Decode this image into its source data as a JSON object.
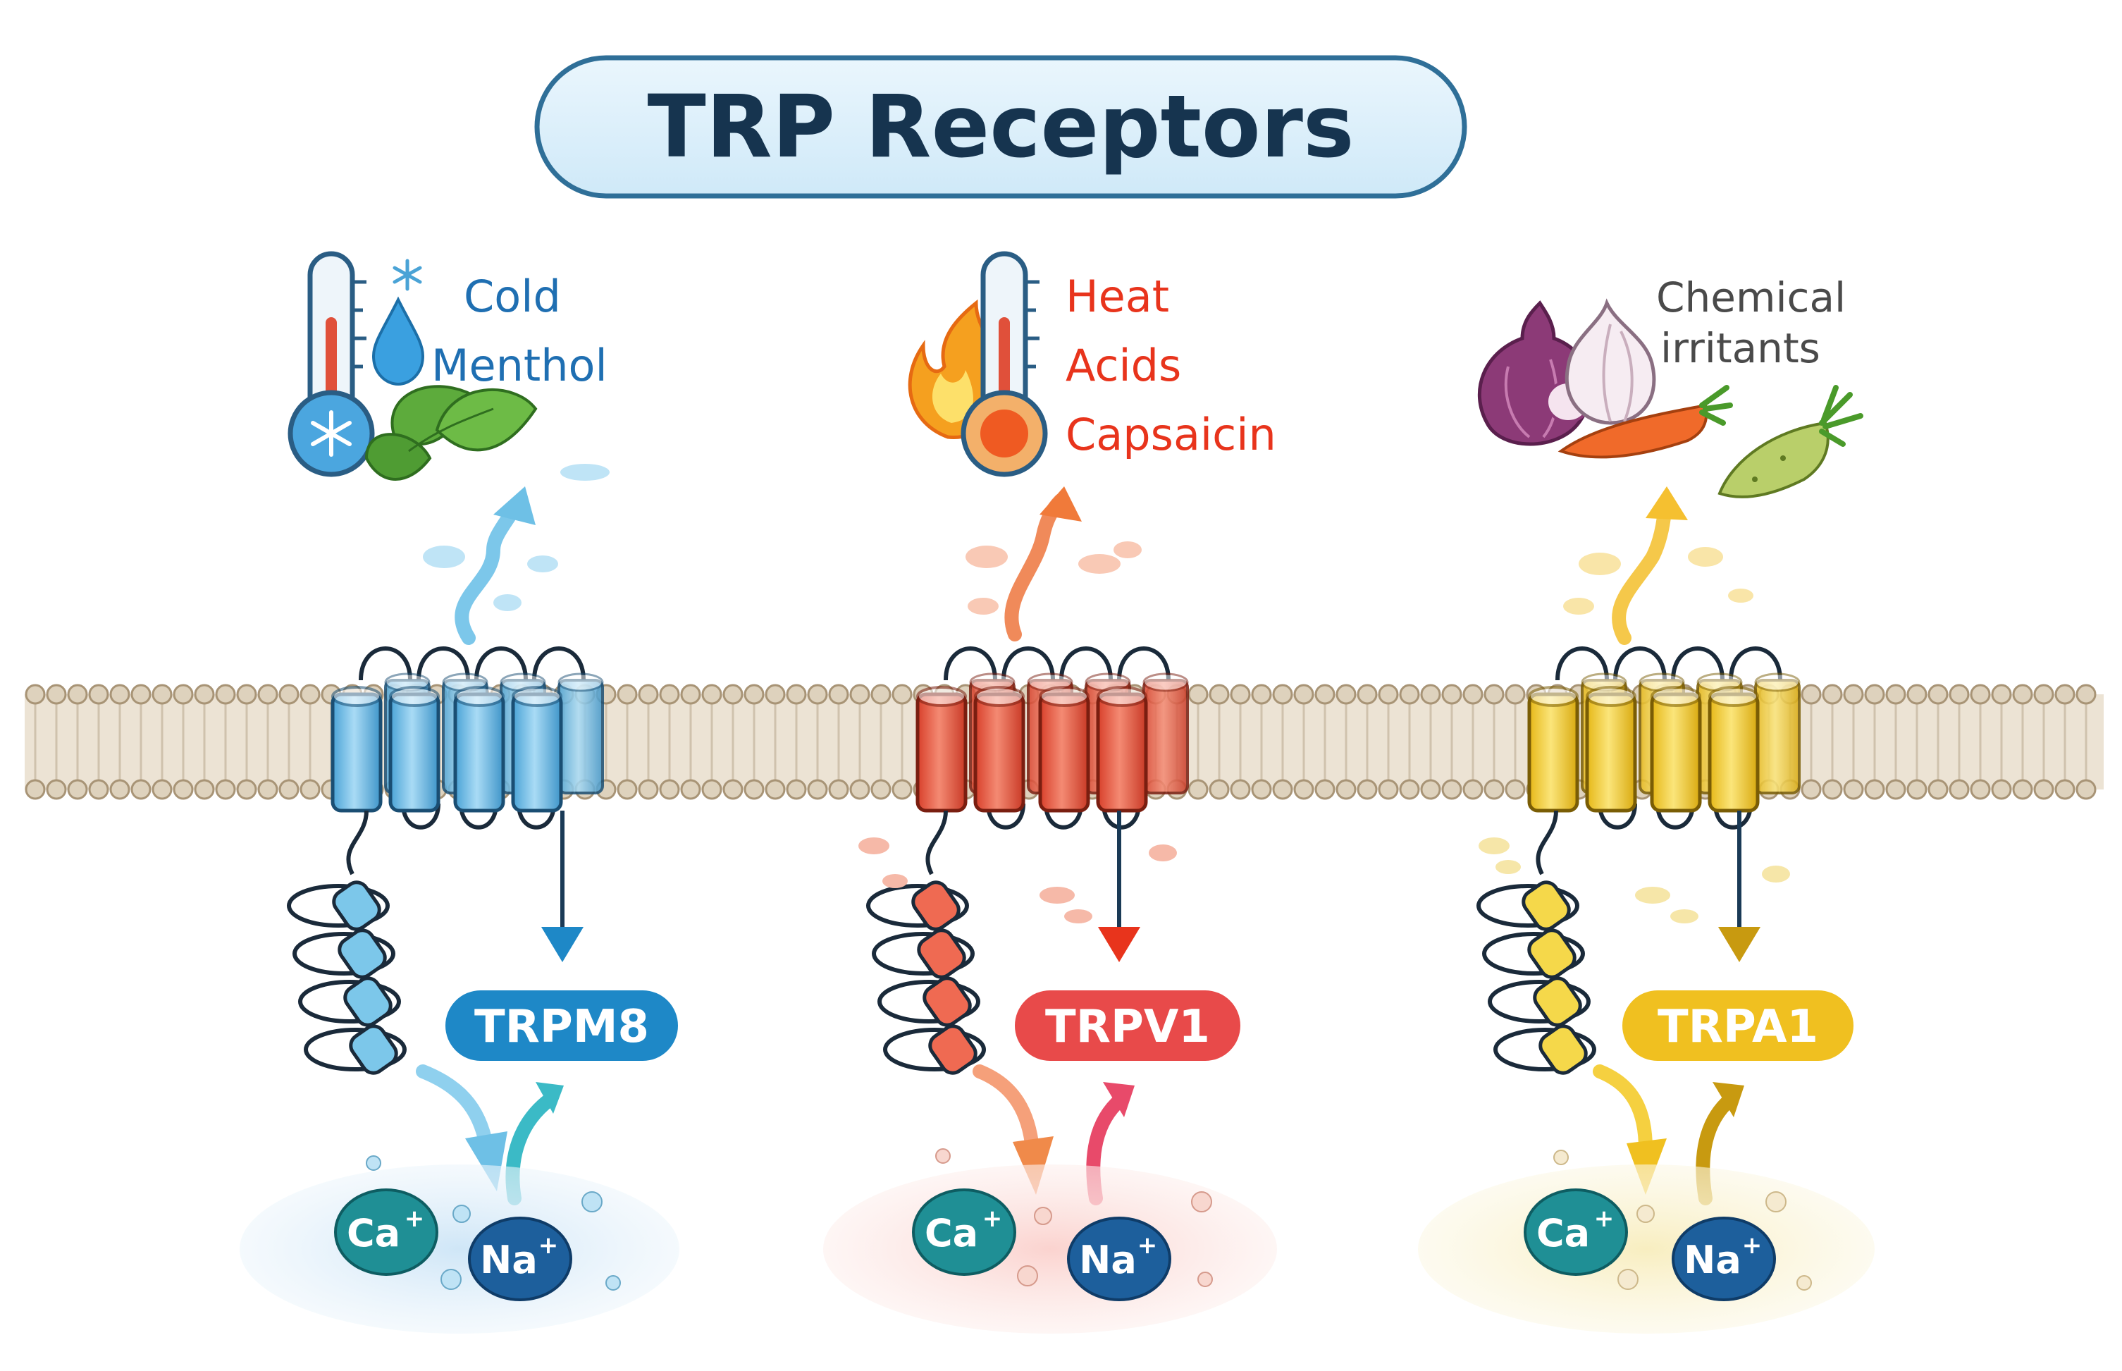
{
  "title": "TRP Receptors",
  "receptors": [
    {
      "name": "TRPM8",
      "stimuli": [
        "Cold",
        "Menthol"
      ],
      "ions": [
        "Ca",
        "Na"
      ],
      "charge": "+",
      "color": "#69b9e4",
      "badge_color": "#1e88c7",
      "icons": [
        "thermometer-snowflake-icon",
        "water-drop-icon",
        "snowflake-icon",
        "mint-leaf-icon"
      ]
    },
    {
      "name": "TRPV1",
      "stimuli": [
        "Heat",
        "Acids",
        "Capsaicin"
      ],
      "ions": [
        "Ca",
        "Na"
      ],
      "charge": "+",
      "color": "#e8543c",
      "badge_color": "#e84a4a",
      "icons": [
        "flame-icon",
        "thermometer-hot-icon"
      ]
    },
    {
      "name": "TRPA1",
      "stimuli": [
        "Chemical",
        "irritants"
      ],
      "ions": [
        "Ca",
        "Na"
      ],
      "charge": "+",
      "color": "#f2cf2e",
      "badge_color": "#f0c020",
      "icons": [
        "onion-icon",
        "garlic-icon",
        "carrot-icon",
        "wasabi-icon"
      ]
    }
  ]
}
